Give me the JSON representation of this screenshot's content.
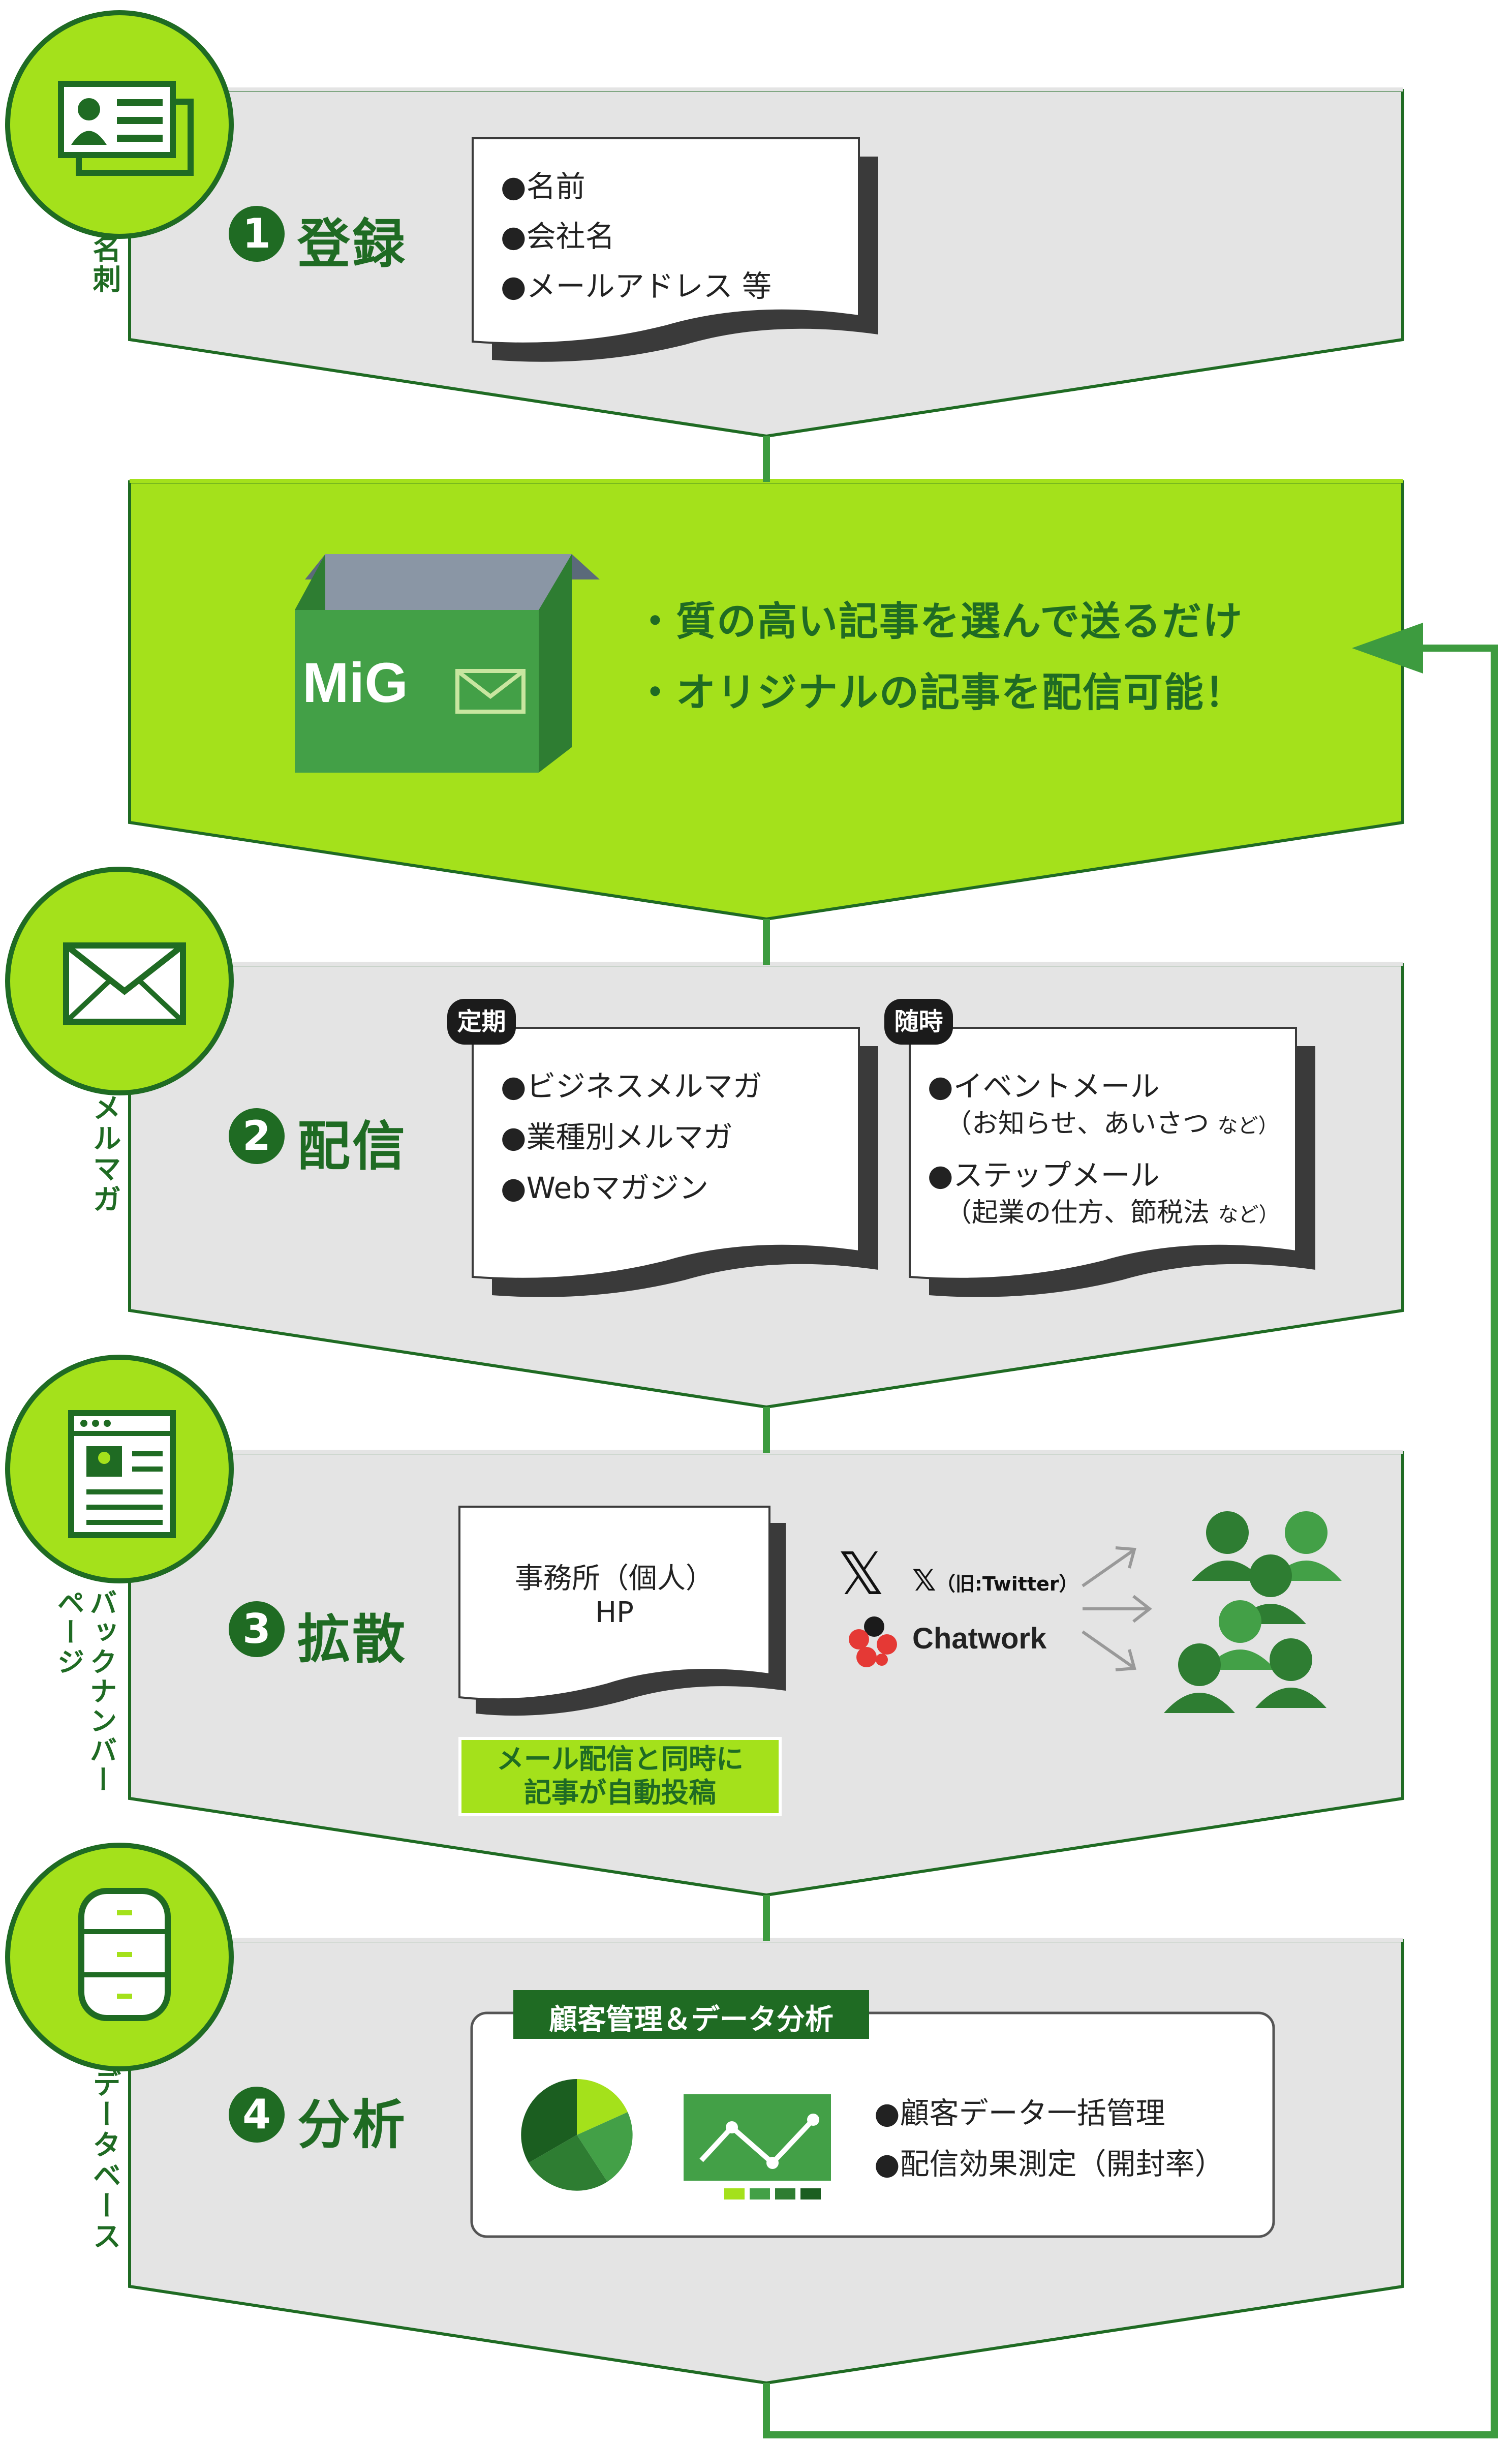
{
  "steps": [
    {
      "num": "1",
      "title": "登録",
      "side_label": "名刺"
    },
    {
      "num": "2",
      "title": "配信",
      "side_label": "メルマガ"
    },
    {
      "num": "3",
      "title": "拡散",
      "side_label": "バックナンバーページ"
    },
    {
      "num": "4",
      "title": "分析",
      "side_label": "データベース"
    }
  ],
  "register": {
    "items": [
      "●名前",
      "●会社名",
      "●メールアドレス 等"
    ]
  },
  "mig": {
    "logo_text": "MiG",
    "headlines": [
      "・質の高い記事を選んで送るだけ",
      "・オリジナルの記事を配信可能！"
    ]
  },
  "delivery": {
    "regular_tag": "定期",
    "regular_items": [
      "●ビジネスメルマガ",
      "●業種別メルマガ",
      "●Webマガジン"
    ],
    "adhoc_tag": "随時",
    "adhoc_items": [
      {
        "main": "●イベントメール",
        "sub": "（お知らせ、あいさつ",
        "sub_small": "など）"
      },
      {
        "main": "●ステップメール",
        "sub": "（起業の仕方、節税法",
        "sub_small": "など）"
      }
    ]
  },
  "spread": {
    "hp_lines": [
      "事務所（個人）",
      "HP"
    ],
    "auto_post": [
      "メール配信と同時に",
      "記事が自動投稿"
    ],
    "x_label": "（旧:Twitter）",
    "x_logo_small": "𝕏",
    "x_logo_big": "𝕏",
    "chatwork_label": "Chatwork"
  },
  "analysis": {
    "tag": "顧客管理＆データ分析",
    "items": [
      "●顧客データ一括管理",
      "●配信効果測定（開封率）"
    ]
  },
  "colors": {
    "lime": "#a4e11b",
    "dark_green": "#1f6b23",
    "mid_green": "#3d9b3f",
    "gray_band": "#e4e4e4"
  }
}
